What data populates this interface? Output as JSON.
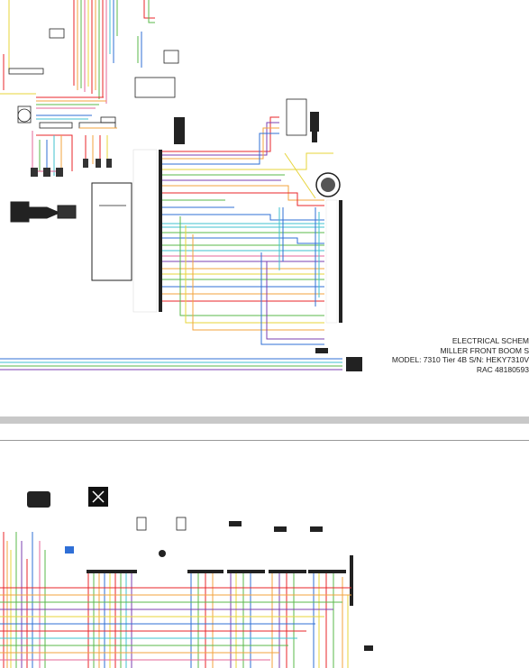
{
  "title_block": {
    "line1": "ELECTRICAL SCHEM",
    "line2": "MILLER FRONT BOOM S",
    "line3": "MODEL: 7310 Tier 4B S/N: HEKY7310V",
    "line4": "RAC 48180593"
  },
  "colors": {
    "wire_red": "#e8262a",
    "wire_orange": "#f3a33c",
    "wire_yellow": "#e7d43a",
    "wire_green": "#58b84a",
    "wire_blue": "#2f6fd6",
    "wire_cyan": "#3fc2cf",
    "wire_purple": "#7b3fb0",
    "wire_pink": "#e6679a",
    "wire_brown": "#8b5a2b",
    "wire_black": "#222222",
    "wire_gray": "#9a9a9a",
    "separator": "#c8c8c8"
  },
  "icons": [
    "connector-block-icon",
    "ecu-module-icon",
    "round-connector-icon",
    "switch-icon",
    "joystick-icon",
    "fan-icon",
    "fuse-icon",
    "sensor-icon"
  ]
}
